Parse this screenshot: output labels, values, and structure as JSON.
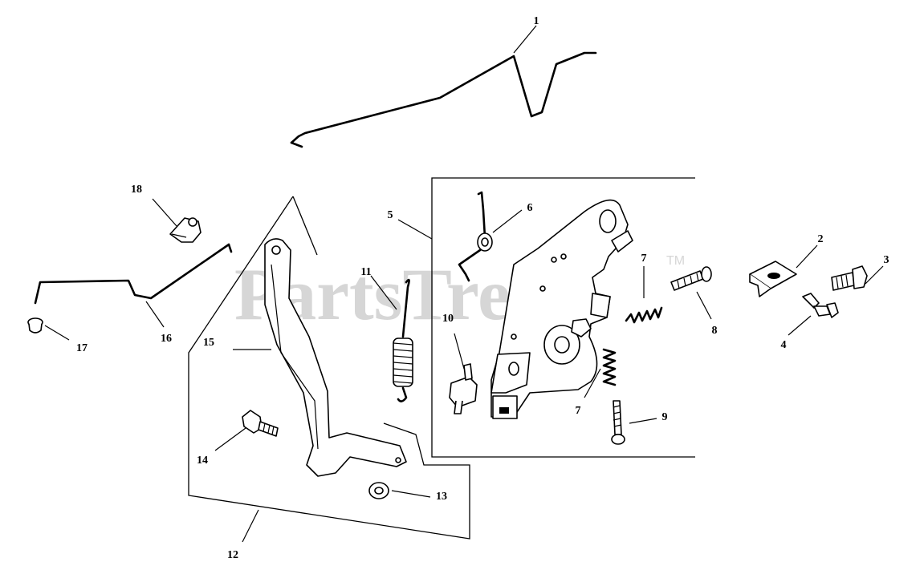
{
  "watermark": {
    "text": "PartsTree",
    "tm": "TM"
  },
  "callouts": [
    {
      "id": "c1",
      "label": "1"
    },
    {
      "id": "c2",
      "label": "2"
    },
    {
      "id": "c3",
      "label": "3"
    },
    {
      "id": "c4",
      "label": "4"
    },
    {
      "id": "c5",
      "label": "5"
    },
    {
      "id": "c6",
      "label": "6"
    },
    {
      "id": "c7a",
      "label": "7"
    },
    {
      "id": "c7b",
      "label": "7"
    },
    {
      "id": "c8",
      "label": "8"
    },
    {
      "id": "c9",
      "label": "9"
    },
    {
      "id": "c10",
      "label": "10"
    },
    {
      "id": "c11",
      "label": "11"
    },
    {
      "id": "c12",
      "label": "12"
    },
    {
      "id": "c13",
      "label": "13"
    },
    {
      "id": "c14",
      "label": "14"
    },
    {
      "id": "c15",
      "label": "15"
    },
    {
      "id": "c16",
      "label": "16"
    },
    {
      "id": "c17",
      "label": "17"
    },
    {
      "id": "c18",
      "label": "18"
    }
  ]
}
